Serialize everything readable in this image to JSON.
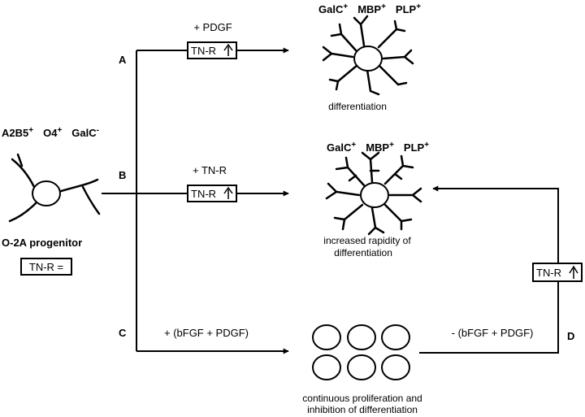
{
  "progenitor": {
    "markers": [
      {
        "name": "A2B5",
        "sign": "+"
      },
      {
        "name": "O4",
        "sign": "+"
      },
      {
        "name": "GalC",
        "sign": "-"
      }
    ],
    "name": "O-2A progenitor",
    "tnr_box": "TN-R ="
  },
  "pathways": {
    "A": {
      "letter": "A",
      "treatment": "+ PDGF",
      "tnr_box": "TN-R",
      "arrow_glyph": "up-arrow-icon"
    },
    "B": {
      "letter": "B",
      "treatment": "+ TN-R",
      "tnr_box": "TN-R",
      "arrow_glyph": "up-arrow-icon"
    },
    "C": {
      "letter": "C",
      "treatment": "+ (bFGF + PDGF)"
    },
    "D": {
      "letter": "D",
      "treatment": "- (bFGF + PDGF)",
      "tnr_box": "TN-R",
      "arrow_glyph": "up-arrow-icon"
    }
  },
  "outcomes": {
    "A": {
      "markers": [
        {
          "name": "GalC",
          "sign": "+"
        },
        {
          "name": "MBP",
          "sign": "+"
        },
        {
          "name": "PLP",
          "sign": "+"
        }
      ],
      "caption": "differentiation"
    },
    "B": {
      "markers": [
        {
          "name": "GalC",
          "sign": "+"
        },
        {
          "name": "MBP",
          "sign": "+"
        },
        {
          "name": "PLP",
          "sign": "+"
        }
      ],
      "caption_line1": "increased rapidity of",
      "caption_line2": "differentiation"
    },
    "C": {
      "caption_line1": "continuous proliferation and",
      "caption_line2": "inhibition of differentiation"
    }
  }
}
